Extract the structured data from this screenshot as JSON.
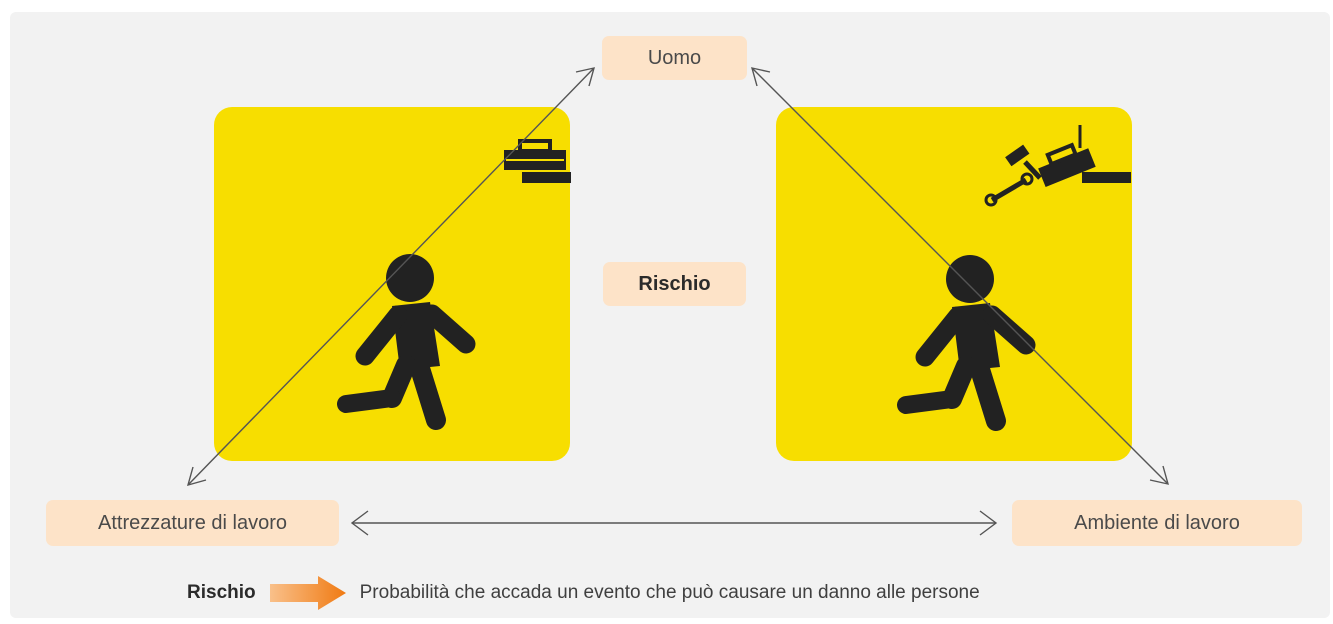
{
  "labels": {
    "uomo": "Uomo",
    "rischio": "Rischio",
    "attrezzature": "Attrezzature di lavoro",
    "ambiente": "Ambiente di lavoro"
  },
  "legend": {
    "term": "Rischio",
    "definition": "Probabilità che accada un evento che può causare un danno alle persone"
  },
  "colors": {
    "panel": "#f7de00",
    "label_bg": "#fde3c8",
    "arrow_orange": "#f28c1e",
    "background": "#f2f2f2",
    "figure": "#222222"
  },
  "icons": {
    "left_panel": [
      "running-person-icon",
      "falling-toolbox-icon"
    ],
    "right_panel": [
      "running-person-icon",
      "falling-tools-icon"
    ]
  }
}
